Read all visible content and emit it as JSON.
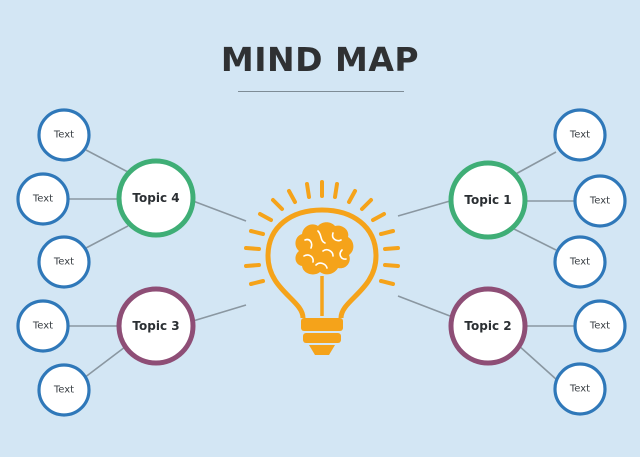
{
  "title": "MIND MAP",
  "colors": {
    "background": "#d3e6f4",
    "leaf_stroke": "#2f78b9",
    "topic_green": "#3fae76",
    "topic_purple": "#8e4e76",
    "bulb": "#f5a31a",
    "connector": "#8a97a1"
  },
  "center_icon": "lightbulb-brain-icon",
  "topics": [
    {
      "label": "Topic 1",
      "color": "green",
      "leaves": [
        "Text",
        "Text",
        "Text"
      ]
    },
    {
      "label": "Topic 2",
      "color": "purple",
      "leaves": [
        "Text",
        "Text"
      ]
    },
    {
      "label": "Topic 3",
      "color": "purple",
      "leaves": [
        "Text",
        "Text"
      ]
    },
    {
      "label": "Topic 4",
      "color": "green",
      "leaves": [
        "Text",
        "Text",
        "Text"
      ]
    }
  ]
}
